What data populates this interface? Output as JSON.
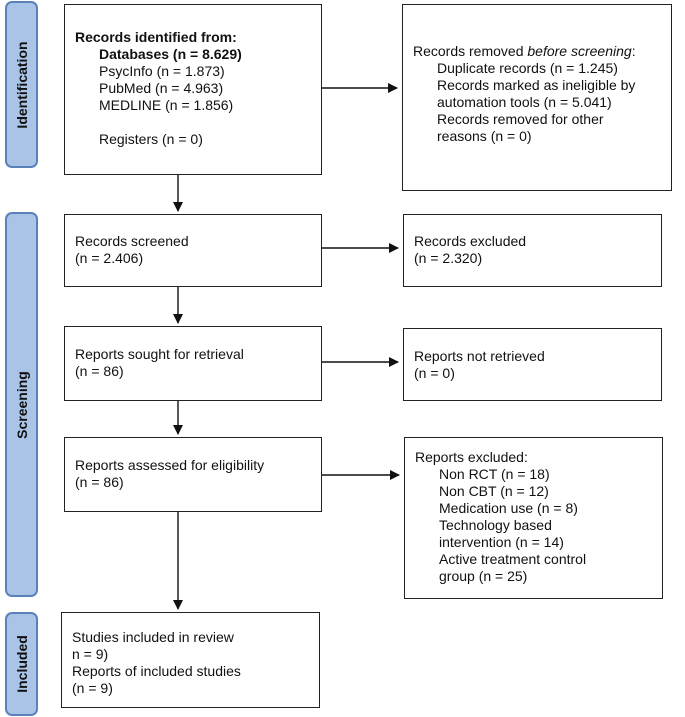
{
  "phases": {
    "identification": "Identification",
    "screening": "Screening",
    "included": "Included"
  },
  "identified": {
    "heading": "Records identified from:",
    "databases": "Databases (n = 8.629)",
    "psycinfo": "PsycInfo (n = 1.873)",
    "pubmed": "PubMed (n = 4.963)",
    "medline": "MEDLINE (n = 1.856)",
    "registers": "Registers (n = 0)"
  },
  "removed": {
    "heading_prefix": "Records removed ",
    "heading_italic": "before screening",
    "heading_suffix": ":",
    "duplicate": "Duplicate records (n = 1.245)",
    "ineligible_line1": "Records marked as ineligible by",
    "ineligible_line2": "automation tools (n = 5.041)",
    "other_line1": "Records removed for other",
    "other_line2": "reasons (n = 0)"
  },
  "screened": {
    "label": "Records screened",
    "count": "(n = 2.406)"
  },
  "excluded": {
    "label": "Records excluded",
    "count": "(n = 2.320)"
  },
  "sought": {
    "label": "Reports sought for retrieval",
    "count": "(n = 86)"
  },
  "not_retrieved": {
    "label": "Reports not retrieved",
    "count": "(n = 0)"
  },
  "assessed": {
    "label": "Reports assessed for eligibility",
    "count": "(n = 86)"
  },
  "reports_excluded": {
    "heading": "Reports excluded:",
    "non_rct": "Non RCT (n = 18)",
    "non_cbt": "Non CBT (n = 12)",
    "medication": "Medication use (n = 8)",
    "technology_line1": "Technology based",
    "technology_line2": "intervention (n = 14)",
    "active_line1": "Active treatment control",
    "active_line2": "group (n = 25)"
  },
  "included": {
    "studies_label": "Studies included in review",
    "studies_count": "n = 9)",
    "reports_label": "Reports of included studies",
    "reports_count": "(n = 9)"
  }
}
